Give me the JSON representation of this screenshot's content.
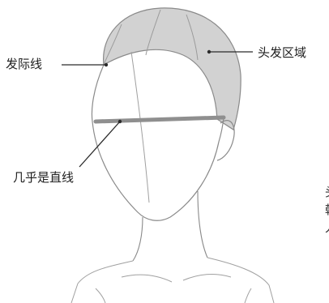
{
  "labels": {
    "hairline": "发际线",
    "hair_area": "头发区域",
    "nearly_straight": "几乎是直线"
  },
  "edge_fragments": [
    "头",
    "韓",
    "人"
  ],
  "colors": {
    "hair_fill": "#d2d2d2",
    "sketch_line": "#8a8a8a",
    "guide_bar": "#8f8f8f",
    "leader_line": "#2b2b2b",
    "label_text": "#1e1e1e"
  }
}
